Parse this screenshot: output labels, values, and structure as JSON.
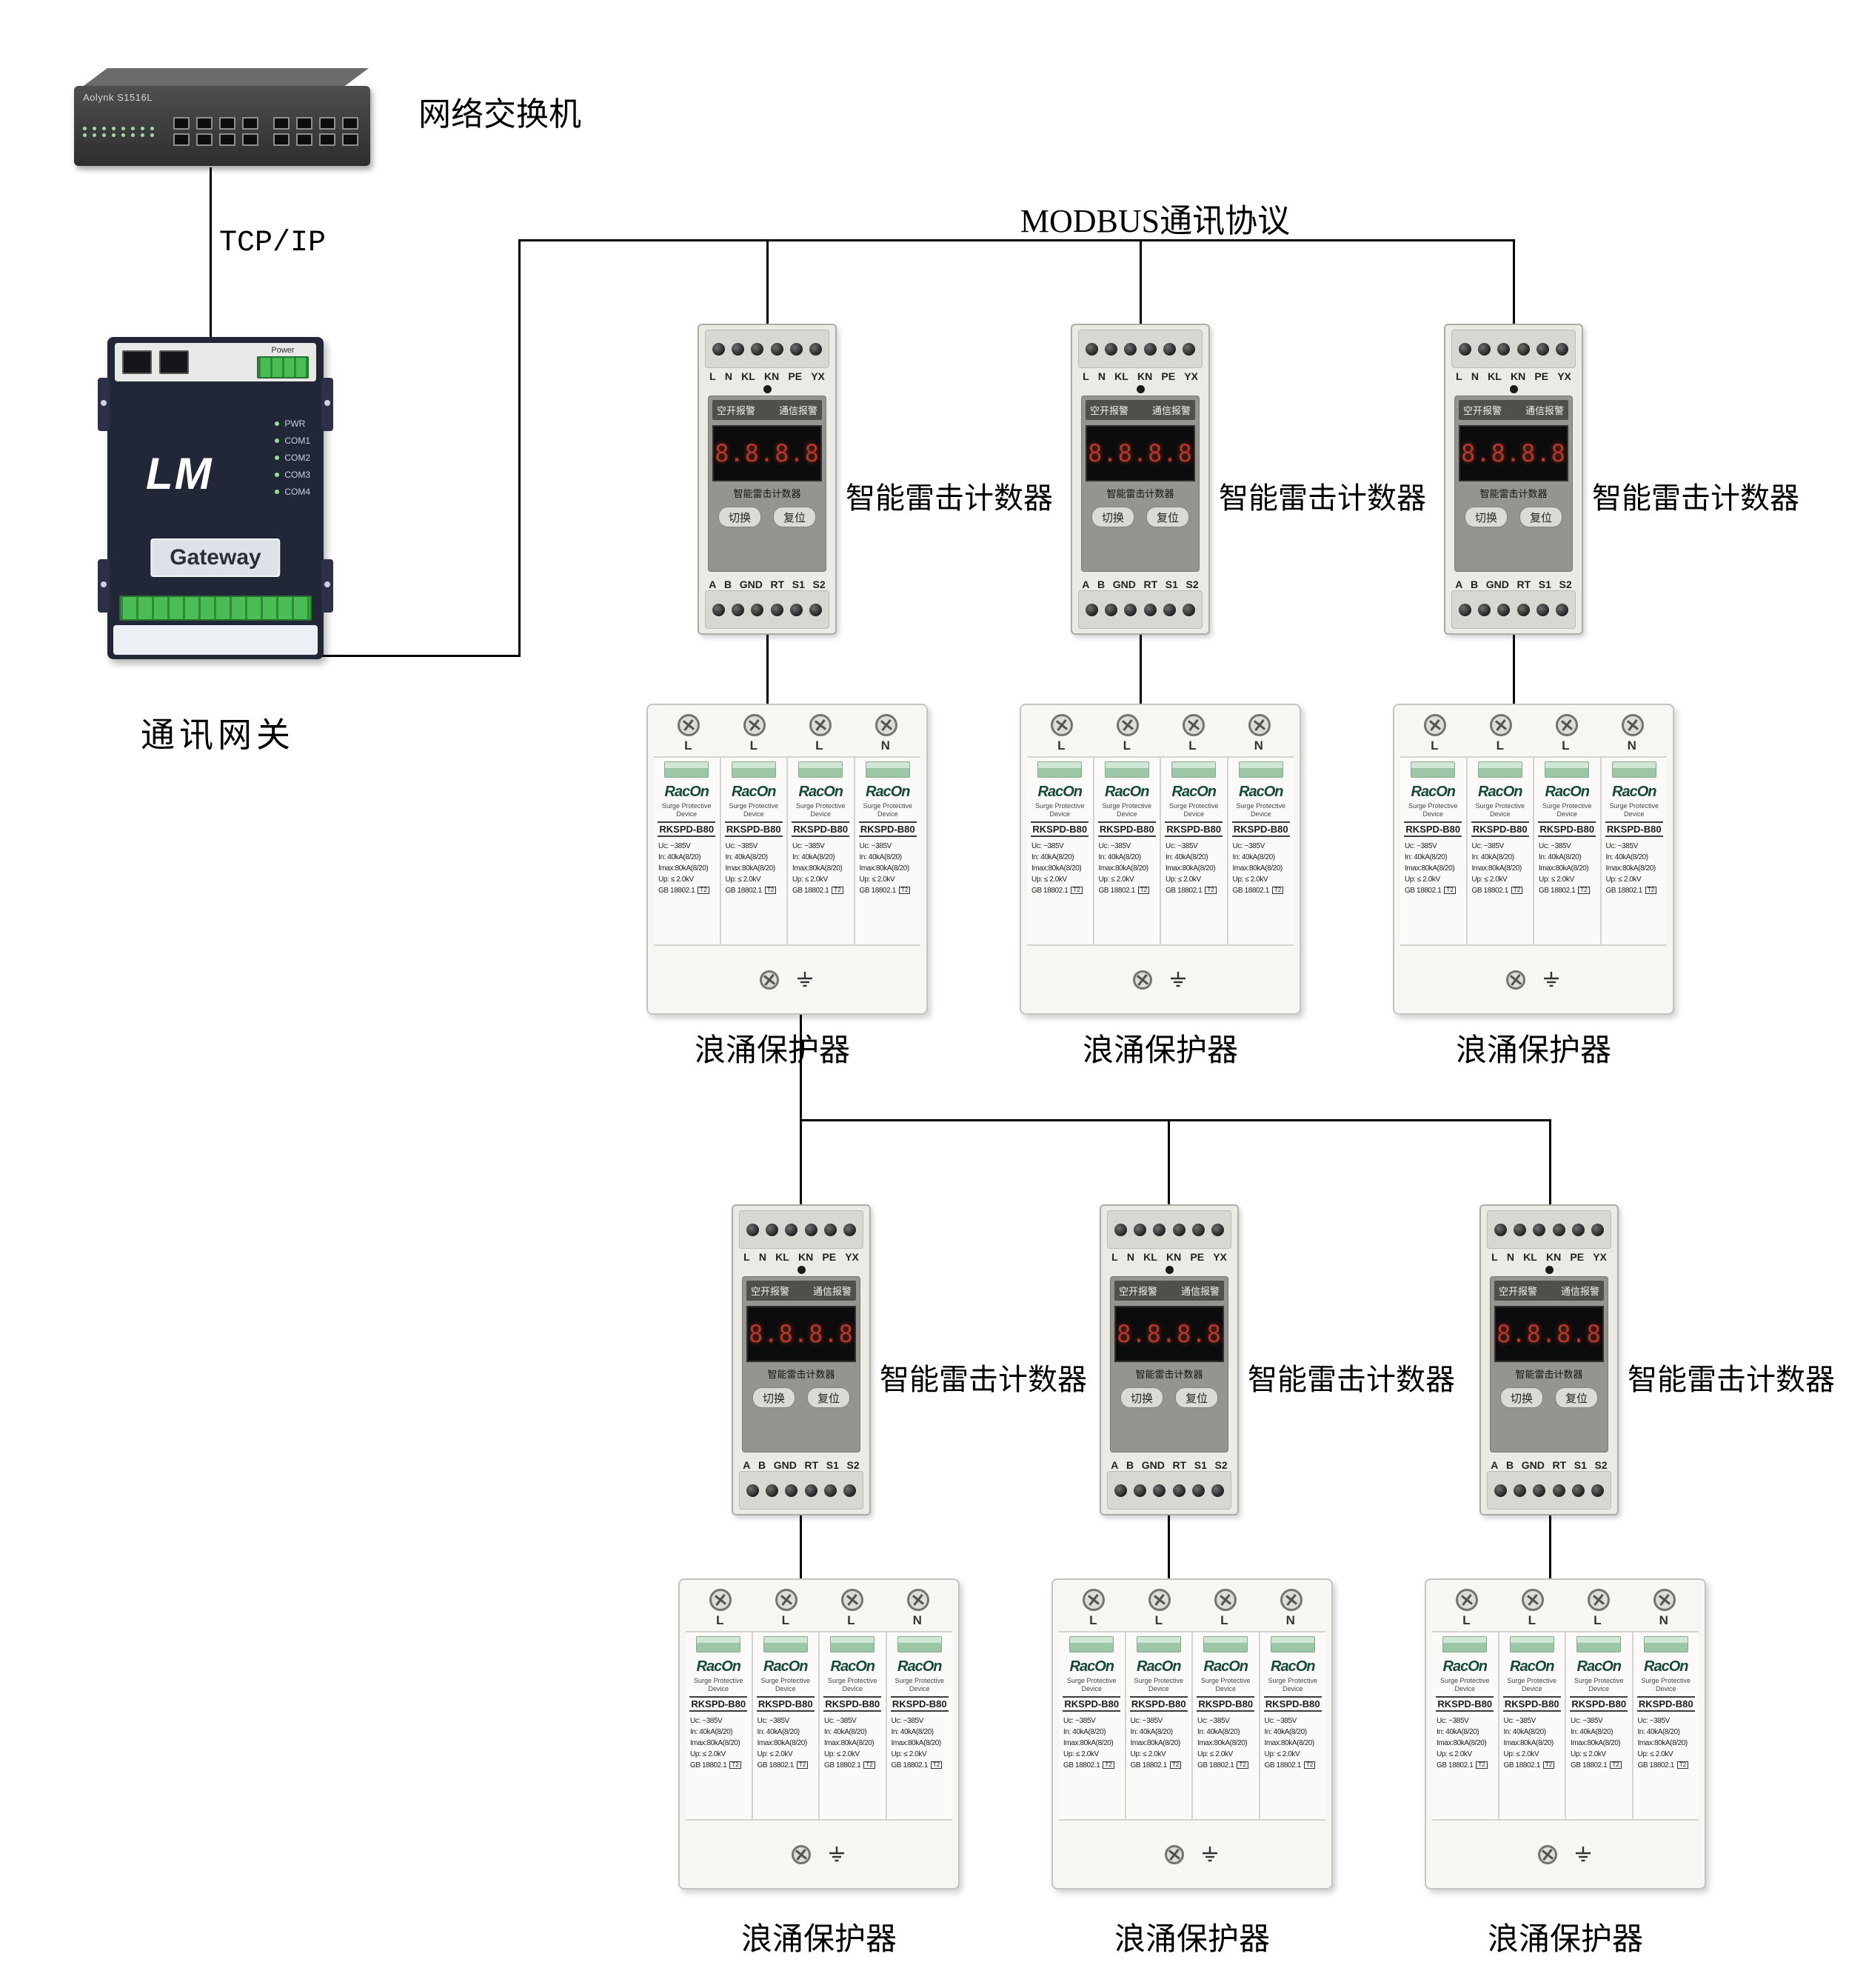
{
  "labels": {
    "switch": "网络交换机",
    "tcpip": "TCP/IP",
    "gateway": "通讯网关",
    "modbus": "MODBUS通讯协议",
    "counter": "智能雷击计数器",
    "spd": "浪涌保护器"
  },
  "switch": {
    "brand": "Aolynk S1516L"
  },
  "gateway": {
    "logo": "LM",
    "name": "Gateway",
    "power_label": "Power",
    "leds": [
      "PWR",
      "COM1",
      "COM2",
      "COM3",
      "COM4"
    ]
  },
  "counter": {
    "top_terminals": [
      "L",
      "N",
      "KL",
      "KN",
      "PE",
      "YX"
    ],
    "alarm_left": "空开报警",
    "alarm_right": "通信报警",
    "display": "8.8.8.8",
    "title": "智能雷击计数器",
    "btn_switch": "切换",
    "btn_reset": "复位",
    "bottom_terminals": [
      "A",
      "B",
      "GND",
      "RT",
      "S1",
      "S2"
    ]
  },
  "spd": {
    "terminals": [
      "L",
      "L",
      "L",
      "N"
    ],
    "brand": "RacOn",
    "subtitle": "Surge Protective Device",
    "model": "RKSPD-B80",
    "specs": [
      "Uc:    ~385V",
      "In:  40kA(8/20)",
      "Imax:80kA(8/20)",
      "Up: ≤ 2.0kV",
      "GB 18802.1"
    ],
    "t2": "T2"
  }
}
